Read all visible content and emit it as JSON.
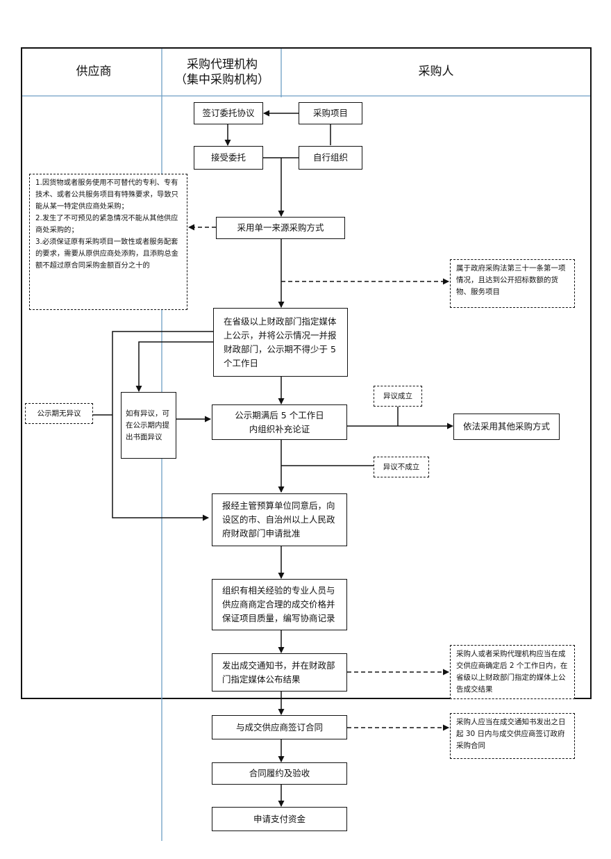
{
  "lanes": {
    "supplier": "供应商",
    "agency_line1": "采购代理机构",
    "agency_line2": "（集中采购机构）",
    "purchaser": "采购人"
  },
  "nodes": {
    "sign_agreement": "签订委托协议",
    "procurement_project": "采购项目",
    "accept_entrustment": "接受委托",
    "self_organize": "自行组织",
    "single_source": "采用单一来源采购方式",
    "publicity": "在省级以上财政部门指定媒体上公示，并将公示情况一并报财政部门，公示期不得少于 5 个工作日",
    "supplementary_review": "公示期满后 5 个工作日内组织补充论证",
    "other_method": "依法采用其他采购方式",
    "approval": "报经主管预算单位同意后，向设区的市、自治州以上人民政府财政部门申请批准",
    "negotiation": "组织有相关经验的专业人员与供应商商定合理的成交价格并保证项目质量，编写协商记录",
    "notice": "发出成交通知书，并在财政部门指定媒体公布结果",
    "sign_contract": "与成交供应商签订合同",
    "performance": "合同履约及验收",
    "payment": "申请支付资金"
  },
  "notes": {
    "conditions": [
      "1.因货物或者服务使用不可替代的专利、专有技术、或者公共服务项目有特殊要求，导致只能从某一特定供应商处采购；",
      "2.发生了不可预见的紧急情况不能从其他供应商处采购的；",
      "3.必须保证原有采购项目一致性或者服务配套的要求，需要从原供应商处添购，且添购总金额不超过原合同采购金额百分之十的"
    ],
    "gov_law": "属于政府采购法第三十一条第一项情况，且达到公开招标数额的货物、服务项目",
    "objection_window": "如有异议，可在公示期内提出书面异议",
    "no_objection": "公示期无异议",
    "objection_valid": "异议成立",
    "objection_invalid": "异议不成立",
    "announce_result": "采购人或者采购代理机构应当在成交供应商确定后 2 个工作日内，在省级以上财政部门指定的媒体上公告成交结果",
    "contract_deadline": "采购人应当在成交通知书发出之日起 30 日内与成交供应商签订政府采购合同"
  },
  "colors": {
    "lane_divider": "#6d9ec4",
    "line": "#111111"
  }
}
